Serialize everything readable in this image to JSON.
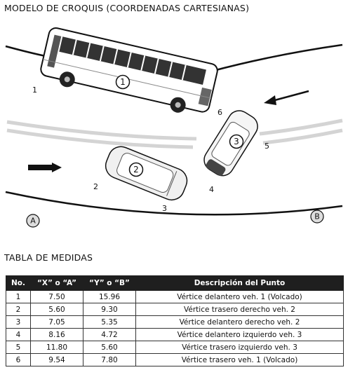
{
  "header": {
    "title": "MODELO DE CROQUIS (COORDENADAS CARTESIANAS)"
  },
  "sketch": {
    "vehicles": [
      {
        "number": "1"
      },
      {
        "number": "2"
      },
      {
        "number": "3"
      }
    ],
    "points": [
      {
        "label": "1"
      },
      {
        "label": "2"
      },
      {
        "label": "3"
      },
      {
        "label": "4"
      },
      {
        "label": "5"
      },
      {
        "label": "6"
      }
    ],
    "refs": {
      "a": "A",
      "b": "B"
    }
  },
  "table": {
    "title": "TABLA DE MEDIDAS",
    "headers": [
      "No.",
      "“X” o “A”",
      "“Y” o “B”",
      "Descripción del Punto"
    ],
    "rows": [
      [
        "1",
        "7.50",
        "15.96",
        "Vértice delantero veh. 1 (Volcado)"
      ],
      [
        "2",
        "5.60",
        "9.30",
        "Vértice trasero derecho veh. 2"
      ],
      [
        "3",
        "7.05",
        "5.35",
        "Vértice delantero derecho veh. 2"
      ],
      [
        "4",
        "8.16",
        "4.72",
        "Vértice delantero izquierdo veh. 3"
      ],
      [
        "5",
        "11.80",
        "5.60",
        "Vértice trasero izquierdo veh. 3"
      ],
      [
        "6",
        "9.54",
        "7.80",
        "Vértice trasero veh. 1 (Volcado)"
      ]
    ]
  }
}
